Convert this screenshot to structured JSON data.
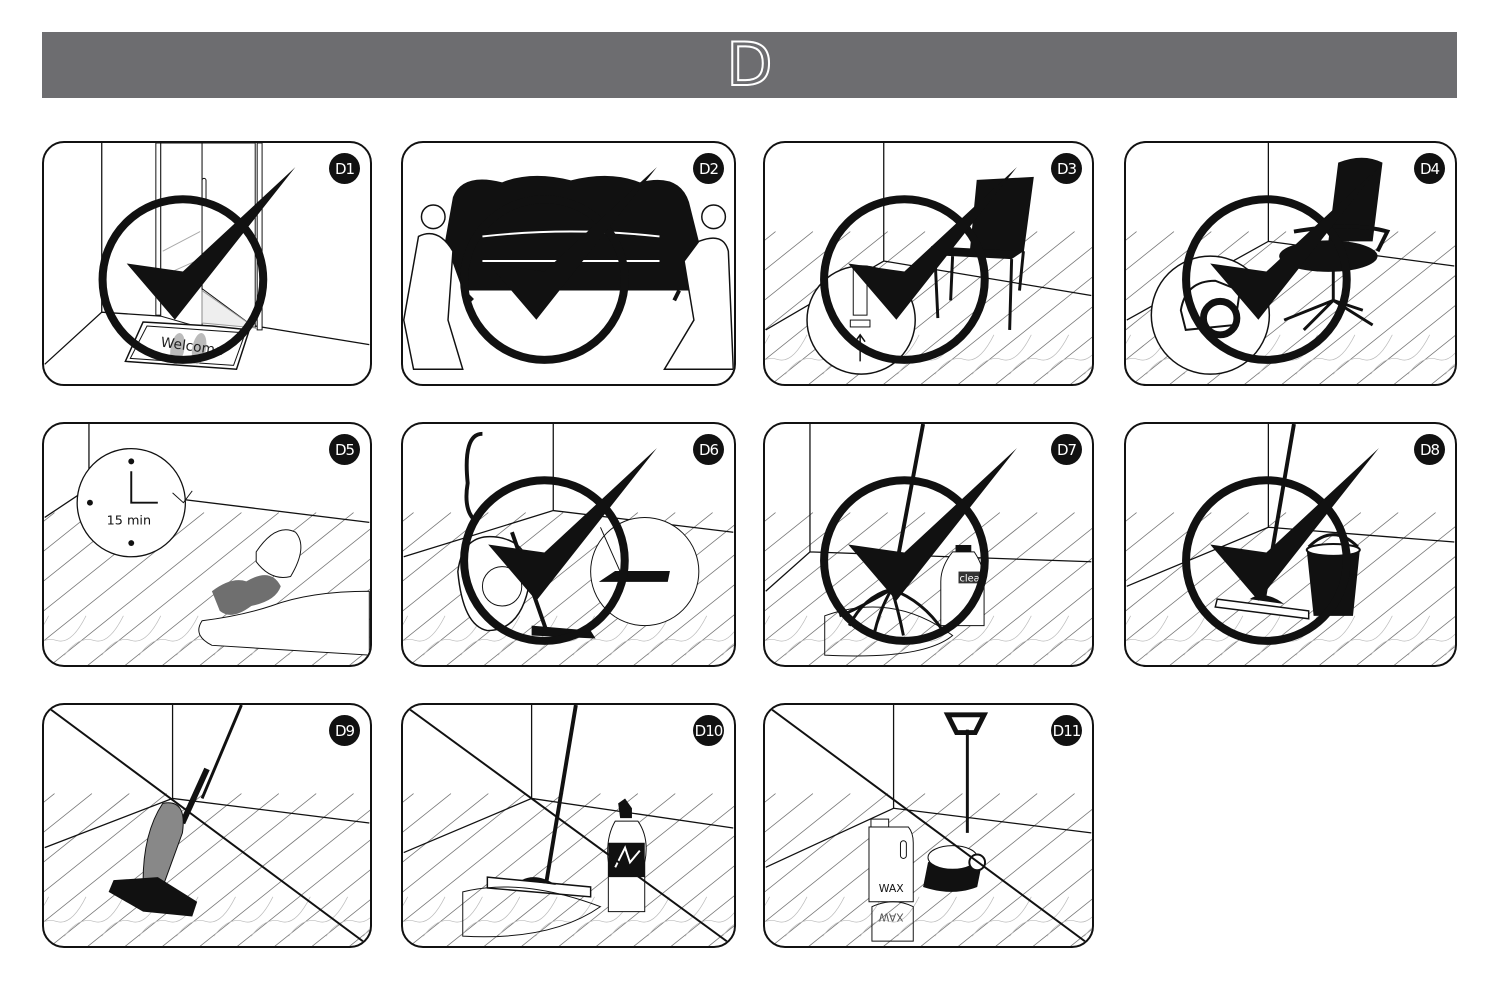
{
  "header": {
    "title": "D"
  },
  "panels": [
    {
      "id": "D1",
      "status": "recommended",
      "mat_text": "Welcome"
    },
    {
      "id": "D2",
      "status": "recommended"
    },
    {
      "id": "D3",
      "status": "recommended"
    },
    {
      "id": "D4",
      "status": "recommended"
    },
    {
      "id": "D5",
      "status": "none",
      "timer_text": "15 min"
    },
    {
      "id": "D6",
      "status": "recommended"
    },
    {
      "id": "D7",
      "status": "recommended",
      "bottle_label": "clean"
    },
    {
      "id": "D8",
      "status": "recommended"
    },
    {
      "id": "D9",
      "status": "prohibited"
    },
    {
      "id": "D10",
      "status": "prohibited"
    },
    {
      "id": "D11",
      "status": "prohibited",
      "bottle_label": "WAX",
      "reflection_label": "WAX"
    }
  ],
  "colors": {
    "header": "#6d6d70",
    "ink": "#111111",
    "spill": "#6f6f6f"
  }
}
